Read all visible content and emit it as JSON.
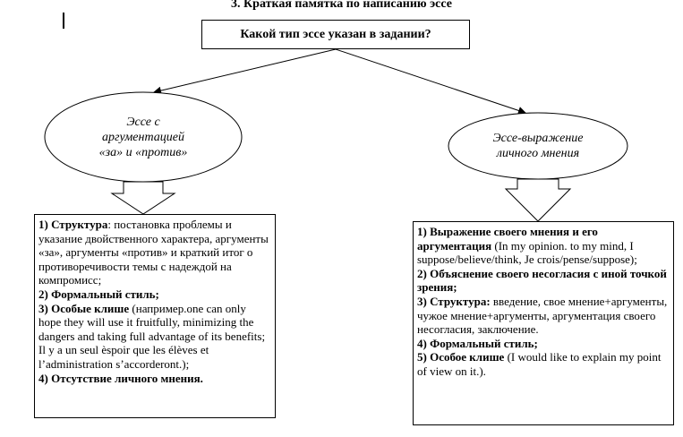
{
  "title": "3. Краткая памятка по написанию эссе",
  "question": "Какой тип эссе указан в задании?",
  "left_type": {
    "line1": "Эссе с",
    "line2": "аргументацией",
    "line3": "«за» и «против»"
  },
  "right_type": {
    "line1": "Эссе-выражение",
    "line2": "личного мнения"
  },
  "left_box": {
    "item1_num": "1) ",
    "item1_title": "Структура",
    "item1_text": ": постановка проблемы и указание двойственного характера, аргументы «за», аргументы «против» и краткий итог о противоречивости темы с надеждой на компромисс;",
    "item2": "2) Формальный стиль;",
    "item3_title": "3) Особые клише",
    "item3_text": " (например.one can only hope they will use it fruitfully, minimizing the dangers and taking full advantage of its benefits; Il y a un seul èspoir que les élèves et l’administration s’accorderont.);",
    "item4": "4) Отсутствие личного мнения."
  },
  "right_box": {
    "item1_title": "1) Выражение своего мнения и его аргументация",
    "item1_text": " (In my opinion. to my mind, I suppose/believe/think, Je crois/pense/suppose);",
    "item2": "2) Объяснение своего несогласия с иной точкой зрения;",
    "item3_title": "3) Структура:",
    "item3_text": " введение, свое мнение+аргументы, чужое мнение+аргументы, аргументация своего несогласия, заключение.",
    "item4": "4) Формальный стиль;",
    "item5_title": "5) Особое клише",
    "item5_text": " (I would like to explain my point of view on it.)."
  }
}
